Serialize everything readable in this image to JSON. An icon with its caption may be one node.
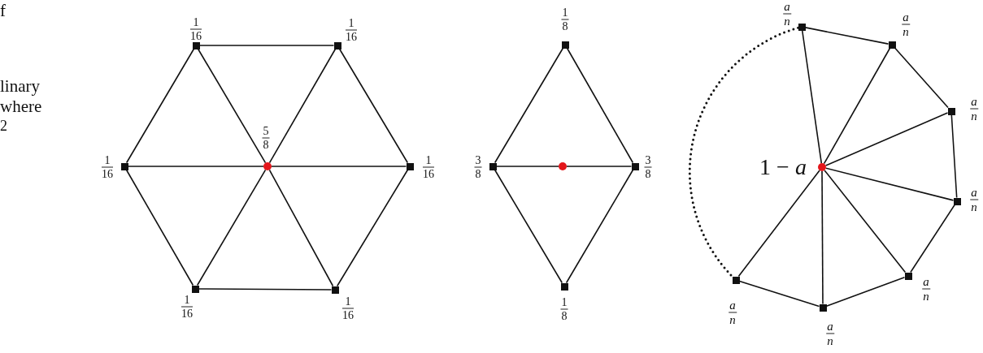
{
  "diagram": {
    "nodes": [
      {
        "text": [],
        "shape": "box",
        "beside": [
          "1",
          "16"
        ]
      },
      {
        "text": [],
        "shape": "box",
        "beside": [
          "1",
          "16"
        ]
      },
      {
        "text": [],
        "shape": "box",
        "beside": [
          "1",
          "16"
        ]
      },
      {
        "text": [],
        "shape": "circle",
        "beside": [
          "5",
          "8"
        ]
      },
      {
        "text": [],
        "shape": "box",
        "beside": [
          "1",
          "16"
        ]
      },
      {
        "text": [],
        "shape": "box",
        "beside": [
          "1",
          "16"
        ]
      },
      {
        "text": [],
        "shape": "box",
        "beside": [
          "1",
          "16"
        ]
      },
      {
        "text": [],
        "shape": "box",
        "beside": [
          "1",
          "8"
        ]
      },
      {
        "text": [],
        "shape": "box",
        "beside": [
          "3",
          "8"
        ]
      },
      {
        "text": [],
        "shape": "circle"
      },
      {
        "text": [],
        "shape": "box",
        "beside": [
          "3",
          "8"
        ]
      },
      {
        "text": [],
        "shape": "box",
        "beside": [
          "1",
          "8"
        ]
      },
      {
        "text": [],
        "shape": "box",
        "beside": [
          "a",
          "n"
        ]
      },
      {
        "text": [],
        "shape": "box",
        "beside": [
          "a",
          "n"
        ]
      },
      {
        "text": [],
        "shape": "box",
        "beside": [
          "a",
          "n"
        ]
      },
      {
        "text": [],
        "shape": "circle",
        "beside": [
          "1 − *a*"
        ]
      },
      {
        "text": [],
        "shape": "box",
        "beside": [
          "a",
          "n"
        ]
      },
      {
        "text": [],
        "shape": "box",
        "beside": [
          "a",
          "n"
        ]
      },
      {
        "text": [],
        "shape": "box",
        "beside": [
          "a",
          "n"
        ]
      },
      {
        "text": [],
        "shape": "box",
        "beside": [
          "a",
          "n"
        ]
      }
    ],
    "edges": [
      {
        "from": 0,
        "to": 1,
        "arrow": "none"
      },
      {
        "from": 0,
        "to": 2,
        "arrow": "none"
      },
      {
        "from": 0,
        "to": 3,
        "arrow": "none"
      },
      {
        "from": 1,
        "to": 3,
        "arrow": "none"
      },
      {
        "from": 1,
        "to": 4,
        "arrow": "none"
      },
      {
        "from": 2,
        "to": 3,
        "arrow": "none"
      },
      {
        "from": 3,
        "to": 4,
        "arrow": "none"
      },
      {
        "from": 2,
        "to": 5,
        "arrow": "none"
      },
      {
        "from": 3,
        "to": 5,
        "arrow": "none"
      },
      {
        "from": 3,
        "to": 6,
        "arrow": "none"
      },
      {
        "from": 4,
        "to": 6,
        "arrow": "none"
      },
      {
        "from": 5,
        "to": 6,
        "arrow": "none"
      },
      {
        "from": 7,
        "to": 8,
        "arrow": "none"
      },
      {
        "from": 7,
        "to": 10,
        "arrow": "none"
      },
      {
        "from": 8,
        "to": 9,
        "arrow": "none"
      },
      {
        "from": 9,
        "to": 10,
        "arrow": "none"
      },
      {
        "from": 8,
        "to": 11,
        "arrow": "none"
      },
      {
        "from": 10,
        "to": 11,
        "arrow": "none"
      },
      {
        "from": 12,
        "to": 13,
        "arrow": "none"
      },
      {
        "from": 12,
        "to": 15,
        "arrow": "none"
      },
      {
        "from": 13,
        "to": 14,
        "arrow": "none"
      },
      {
        "from": 13,
        "to": 15,
        "arrow": "none"
      },
      {
        "from": 14,
        "to": 15,
        "arrow": "none"
      },
      {
        "from": 14,
        "to": 16,
        "arrow": "none"
      },
      {
        "from": 15,
        "to": 16,
        "arrow": "none"
      },
      {
        "from": 15,
        "to": 17,
        "arrow": "none"
      },
      {
        "from": 15,
        "to": 18,
        "arrow": "none"
      },
      {
        "from": 15,
        "to": 19,
        "arrow": "none"
      },
      {
        "from": 16,
        "to": 18,
        "arrow": "none"
      },
      {
        "from": 18,
        "to": 19,
        "arrow": "none"
      },
      {
        "from": 19,
        "to": 17,
        "arrow": "none"
      },
      {
        "from": 12,
        "to": 17,
        "arrow": "none",
        "style": "dashed"
      }
    ],
    "labels": [
      "f",
      "linary",
      "where",
      "2"
    ]
  }
}
